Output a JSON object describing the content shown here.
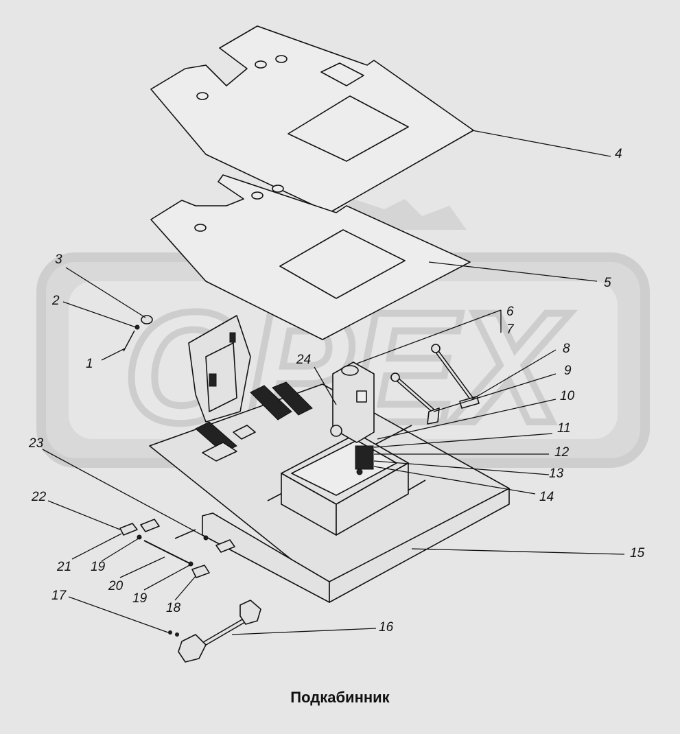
{
  "caption": "Подкабинник",
  "watermark": "OPEX",
  "callouts": [
    "1",
    "2",
    "3",
    "4",
    "5",
    "6",
    "7",
    "8",
    "9",
    "10",
    "11",
    "12",
    "13",
    "14",
    "15",
    "16",
    "17",
    "18",
    "19",
    "20",
    "21",
    "22",
    "23",
    "24"
  ],
  "callout_19_second": "19"
}
